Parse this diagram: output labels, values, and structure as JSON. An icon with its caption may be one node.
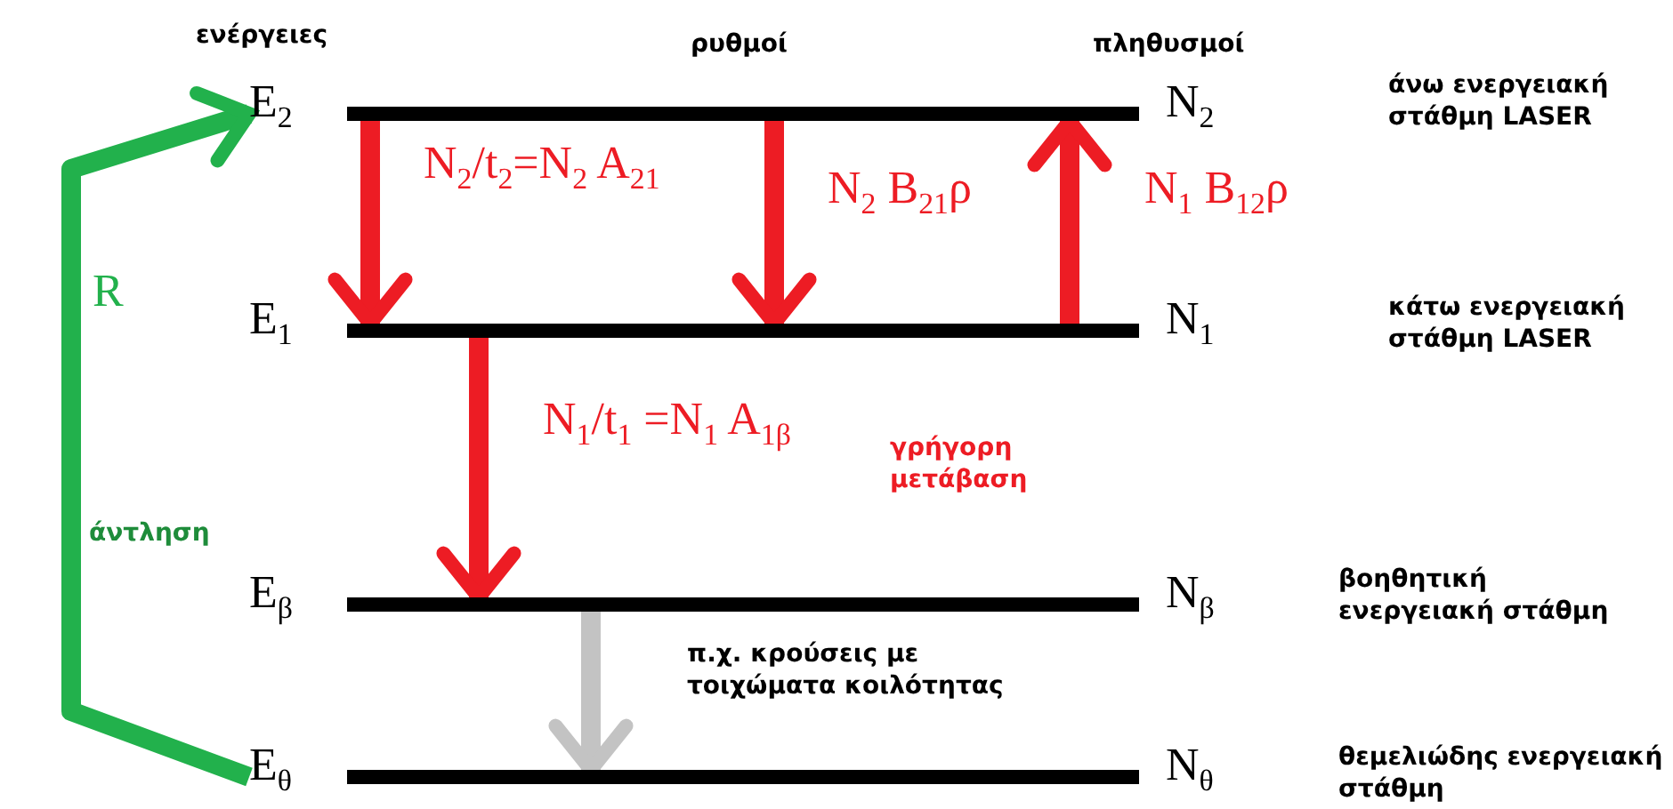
{
  "diagram": {
    "nodes": [
      {
        "text": [],
        "shape": "bar",
        "beside": [
          "E$_{2}$",
          "N$_{2}$"
        ]
      },
      {
        "text": [],
        "shape": "bar",
        "beside": [
          "E$_{1}$",
          "N$_{1}$"
        ]
      },
      {
        "text": [],
        "shape": "bar",
        "beside": [
          "E$_{β}$",
          "N$_{β}$"
        ]
      },
      {
        "text": [],
        "shape": "bar",
        "beside": [
          "E$_{θ}$",
          "N$_{θ}$"
        ]
      }
    ],
    "edges": [
      {
        "from": 0,
        "to": 1,
        "arrow": "to",
        "label": "N$_{2}$/t$_{2}$=N$_{2}$ A$_{21}$"
      },
      {
        "from": 0,
        "to": 1,
        "arrow": "to",
        "label": "N$_{2}$ B$_{21}$ρ"
      },
      {
        "from": 1,
        "to": 0,
        "arrow": "to",
        "label": "N$_{1}$ B$_{12}$ρ"
      },
      {
        "from": 1,
        "to": 2,
        "arrow": "to",
        "label": "N$_{1}$/t$_{1}$ =N$_{1}$ A$_{1β}$"
      },
      {
        "from": 2,
        "to": 3,
        "arrow": "to",
        "color": "#c3c3c3"
      },
      {
        "from": 3,
        "to": 0,
        "arrow": "to",
        "color": "#22b14c",
        "label": "R"
      }
    ],
    "labels": [
      "ενέργειες",
      "ρυθμοί",
      "πληθυσμοί",
      "άνω ενεργειακή στάθμη LASER",
      "κάτω ενεργειακή στάθμη LASER",
      "γρήγορη μετάβαση",
      "άντληση",
      "βοηθητική ενεργειακή στάθμη",
      "π.χ. κρούσεις με τοιχώματα κοιλότητας",
      "θεμελιώδης ενεργειακή στάθμη"
    ]
  }
}
